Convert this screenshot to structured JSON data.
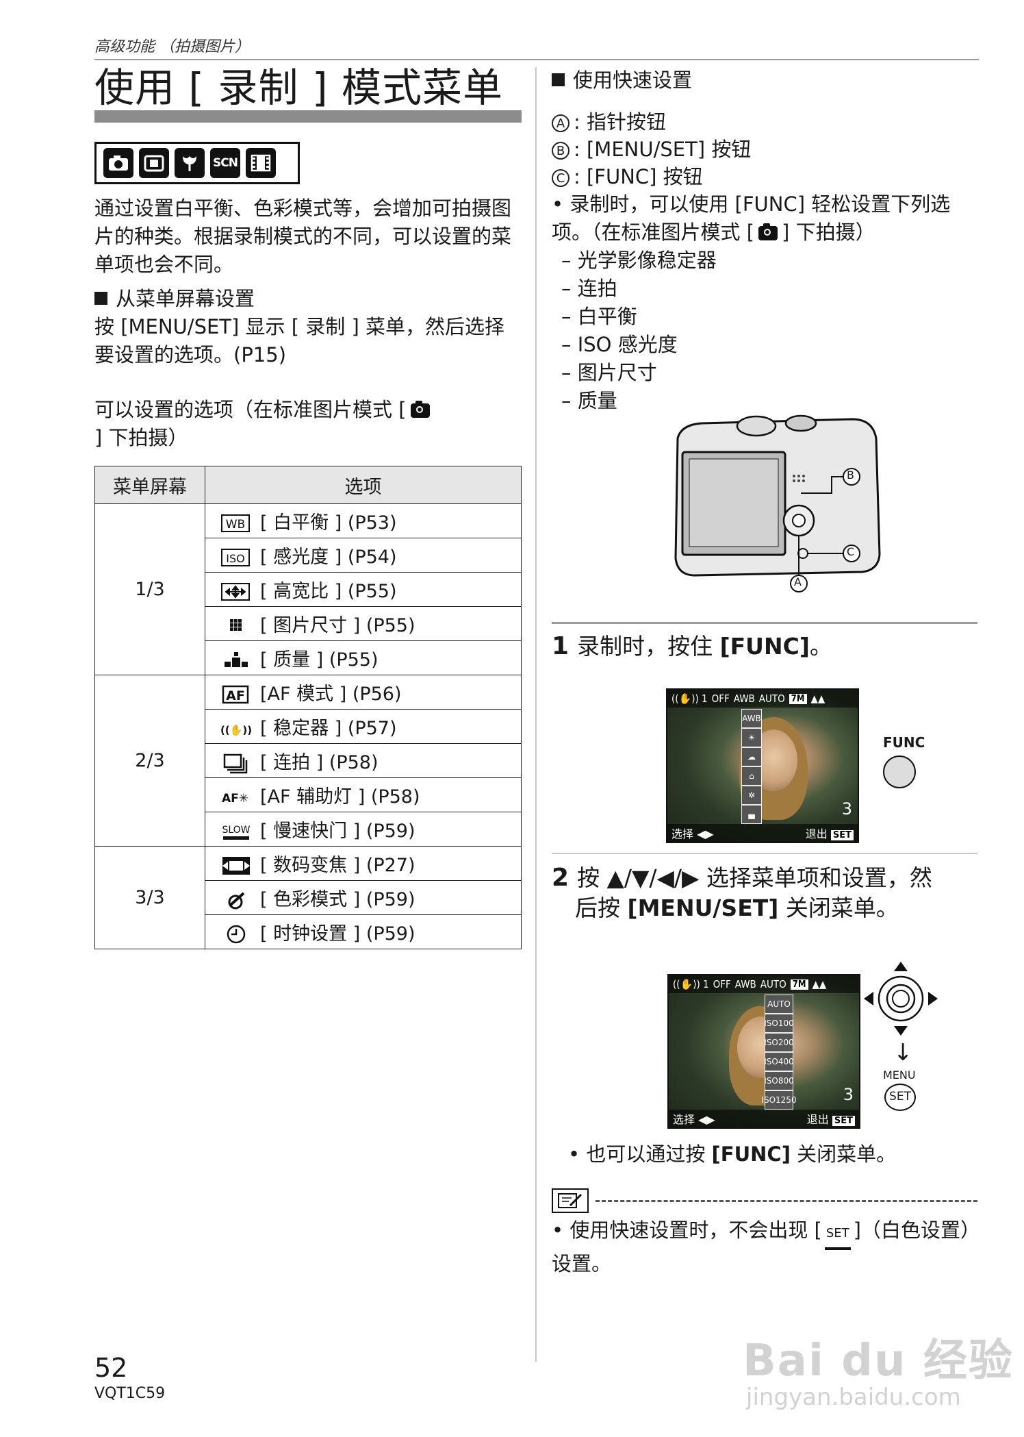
{
  "header": {
    "running_head": "高级功能 （拍摄图片）",
    "page_title": "使用 [ 录制 ] 模式菜单"
  },
  "mode_icons": [
    {
      "name": "camera-mode-icon",
      "glyph": "◉"
    },
    {
      "name": "simple-mode-icon",
      "glyph": "▣"
    },
    {
      "name": "macro-mode-icon",
      "glyph": "✿"
    },
    {
      "name": "scene-mode-icon",
      "glyph": "SCN"
    },
    {
      "name": "movie-mode-icon",
      "glyph": "▦"
    }
  ],
  "intro": "通过设置白平衡、色彩模式等，会增加可拍摄图片的种类。根据录制模式的不同，可以设置的菜单项也会不同。",
  "from_menu": {
    "heading": "从菜单屏幕设置",
    "text": "按 [MENU/SET] 显示 [ 录制 ] 菜单，然后选择要设置的选项。(P15)"
  },
  "options_caption": {
    "before": "可以设置的选项（在标准图片模式 [",
    "after": "] 下拍摄）"
  },
  "table": {
    "headers": [
      "菜单屏幕",
      "选项"
    ],
    "groups": [
      {
        "page": "1/3",
        "rows": [
          {
            "icon": "wb",
            "label": "[ 白平衡 ] (P53)"
          },
          {
            "icon": "iso",
            "label": "[ 感光度 ] (P54)"
          },
          {
            "icon": "aspect",
            "label": "[ 高宽比 ] (P55)"
          },
          {
            "icon": "picsize",
            "label": "[ 图片尺寸 ] (P55)"
          },
          {
            "icon": "quality",
            "label": "[ 质量 ] (P55)"
          }
        ]
      },
      {
        "page": "2/3",
        "rows": [
          {
            "icon": "afmode",
            "label": "[AF 模式 ] (P56)"
          },
          {
            "icon": "stabilizer",
            "label": "[ 稳定器 ] (P57)"
          },
          {
            "icon": "burst",
            "label": "[ 连拍 ] (P58)"
          },
          {
            "icon": "aflamp",
            "label": "[AF 辅助灯 ] (P58)"
          },
          {
            "icon": "slow",
            "label": "[ 慢速快门 ] (P59)"
          }
        ]
      },
      {
        "page": "3/3",
        "rows": [
          {
            "icon": "zoom",
            "label": "[ 数码变焦 ] (P27)"
          },
          {
            "icon": "color",
            "label": "[ 色彩模式 ] (P59)"
          },
          {
            "icon": "clock",
            "label": "[ 时钟设置 ] (P59)"
          }
        ]
      }
    ]
  },
  "quick": {
    "heading": "使用快速设置",
    "legend": [
      {
        "letter": "A",
        "text": ": 指针按钮"
      },
      {
        "letter": "B",
        "text": ": [MENU/SET] 按钮"
      },
      {
        "letter": "C",
        "text": ": [FUNC] 按钮"
      }
    ],
    "bullet_before": "• 录制时，可以使用 [FUNC] 轻松设置下列选项。（在标准图片模式 [",
    "bullet_after": "] 下拍摄）",
    "items": [
      "– 光学影像稳定器",
      "– 连拍",
      "– 白平衡",
      "– ISO 感光度",
      "– 图片尺寸",
      "– 质量"
    ],
    "callouts": {
      "a": "A",
      "b": "B",
      "c": "C"
    }
  },
  "step1": {
    "num": "1",
    "text_before": "录制时，按住 ",
    "bold": "[FUNC]",
    "text_after": "。"
  },
  "screen1": {
    "topbar": [
      "((✋)) 1",
      "OFF",
      "AWB",
      "AUTO",
      "7M",
      "▲▲"
    ],
    "column": [
      "AWB",
      "☀",
      "☁",
      "⌂",
      "✲",
      "▄"
    ],
    "count": "3",
    "select": "选择 ◀▶",
    "exit": "退出",
    "set_badge": "SET",
    "func_label": "FUNC"
  },
  "step2": {
    "num": "2",
    "line1": "按 ▲/▼/◀/▶ 选择菜单项和设置，然",
    "line2_before": "后按 ",
    "line2_bold": "[MENU/SET]",
    "line2_after": " 关闭菜单。"
  },
  "screen2": {
    "topbar": [
      "((✋)) 1",
      "OFF",
      "AWB",
      "AUTO",
      "7M",
      "▲▲"
    ],
    "column": [
      "AUTO",
      "ISO100",
      "ISO200",
      "ISO400",
      "ISO800",
      "ISO1250"
    ],
    "count": "3",
    "select": "选择 ◀▶",
    "exit": "退出",
    "set_badge": "SET",
    "menu_label": "MENU",
    "set_button": "SET"
  },
  "also_close": {
    "before": "• 也可以通过按 ",
    "bold": "[FUNC]",
    "after": " 关闭菜单。"
  },
  "note": {
    "text_before": "• 使用快速设置时，不会出现 [",
    "icon_text": "SET",
    "text_after": "]（白色设置）设置。"
  },
  "footer": {
    "page_number": "52",
    "code": "VQT1C59"
  },
  "watermark": {
    "logo": "Bai du 经验",
    "url": "jingyan.baidu.com"
  }
}
